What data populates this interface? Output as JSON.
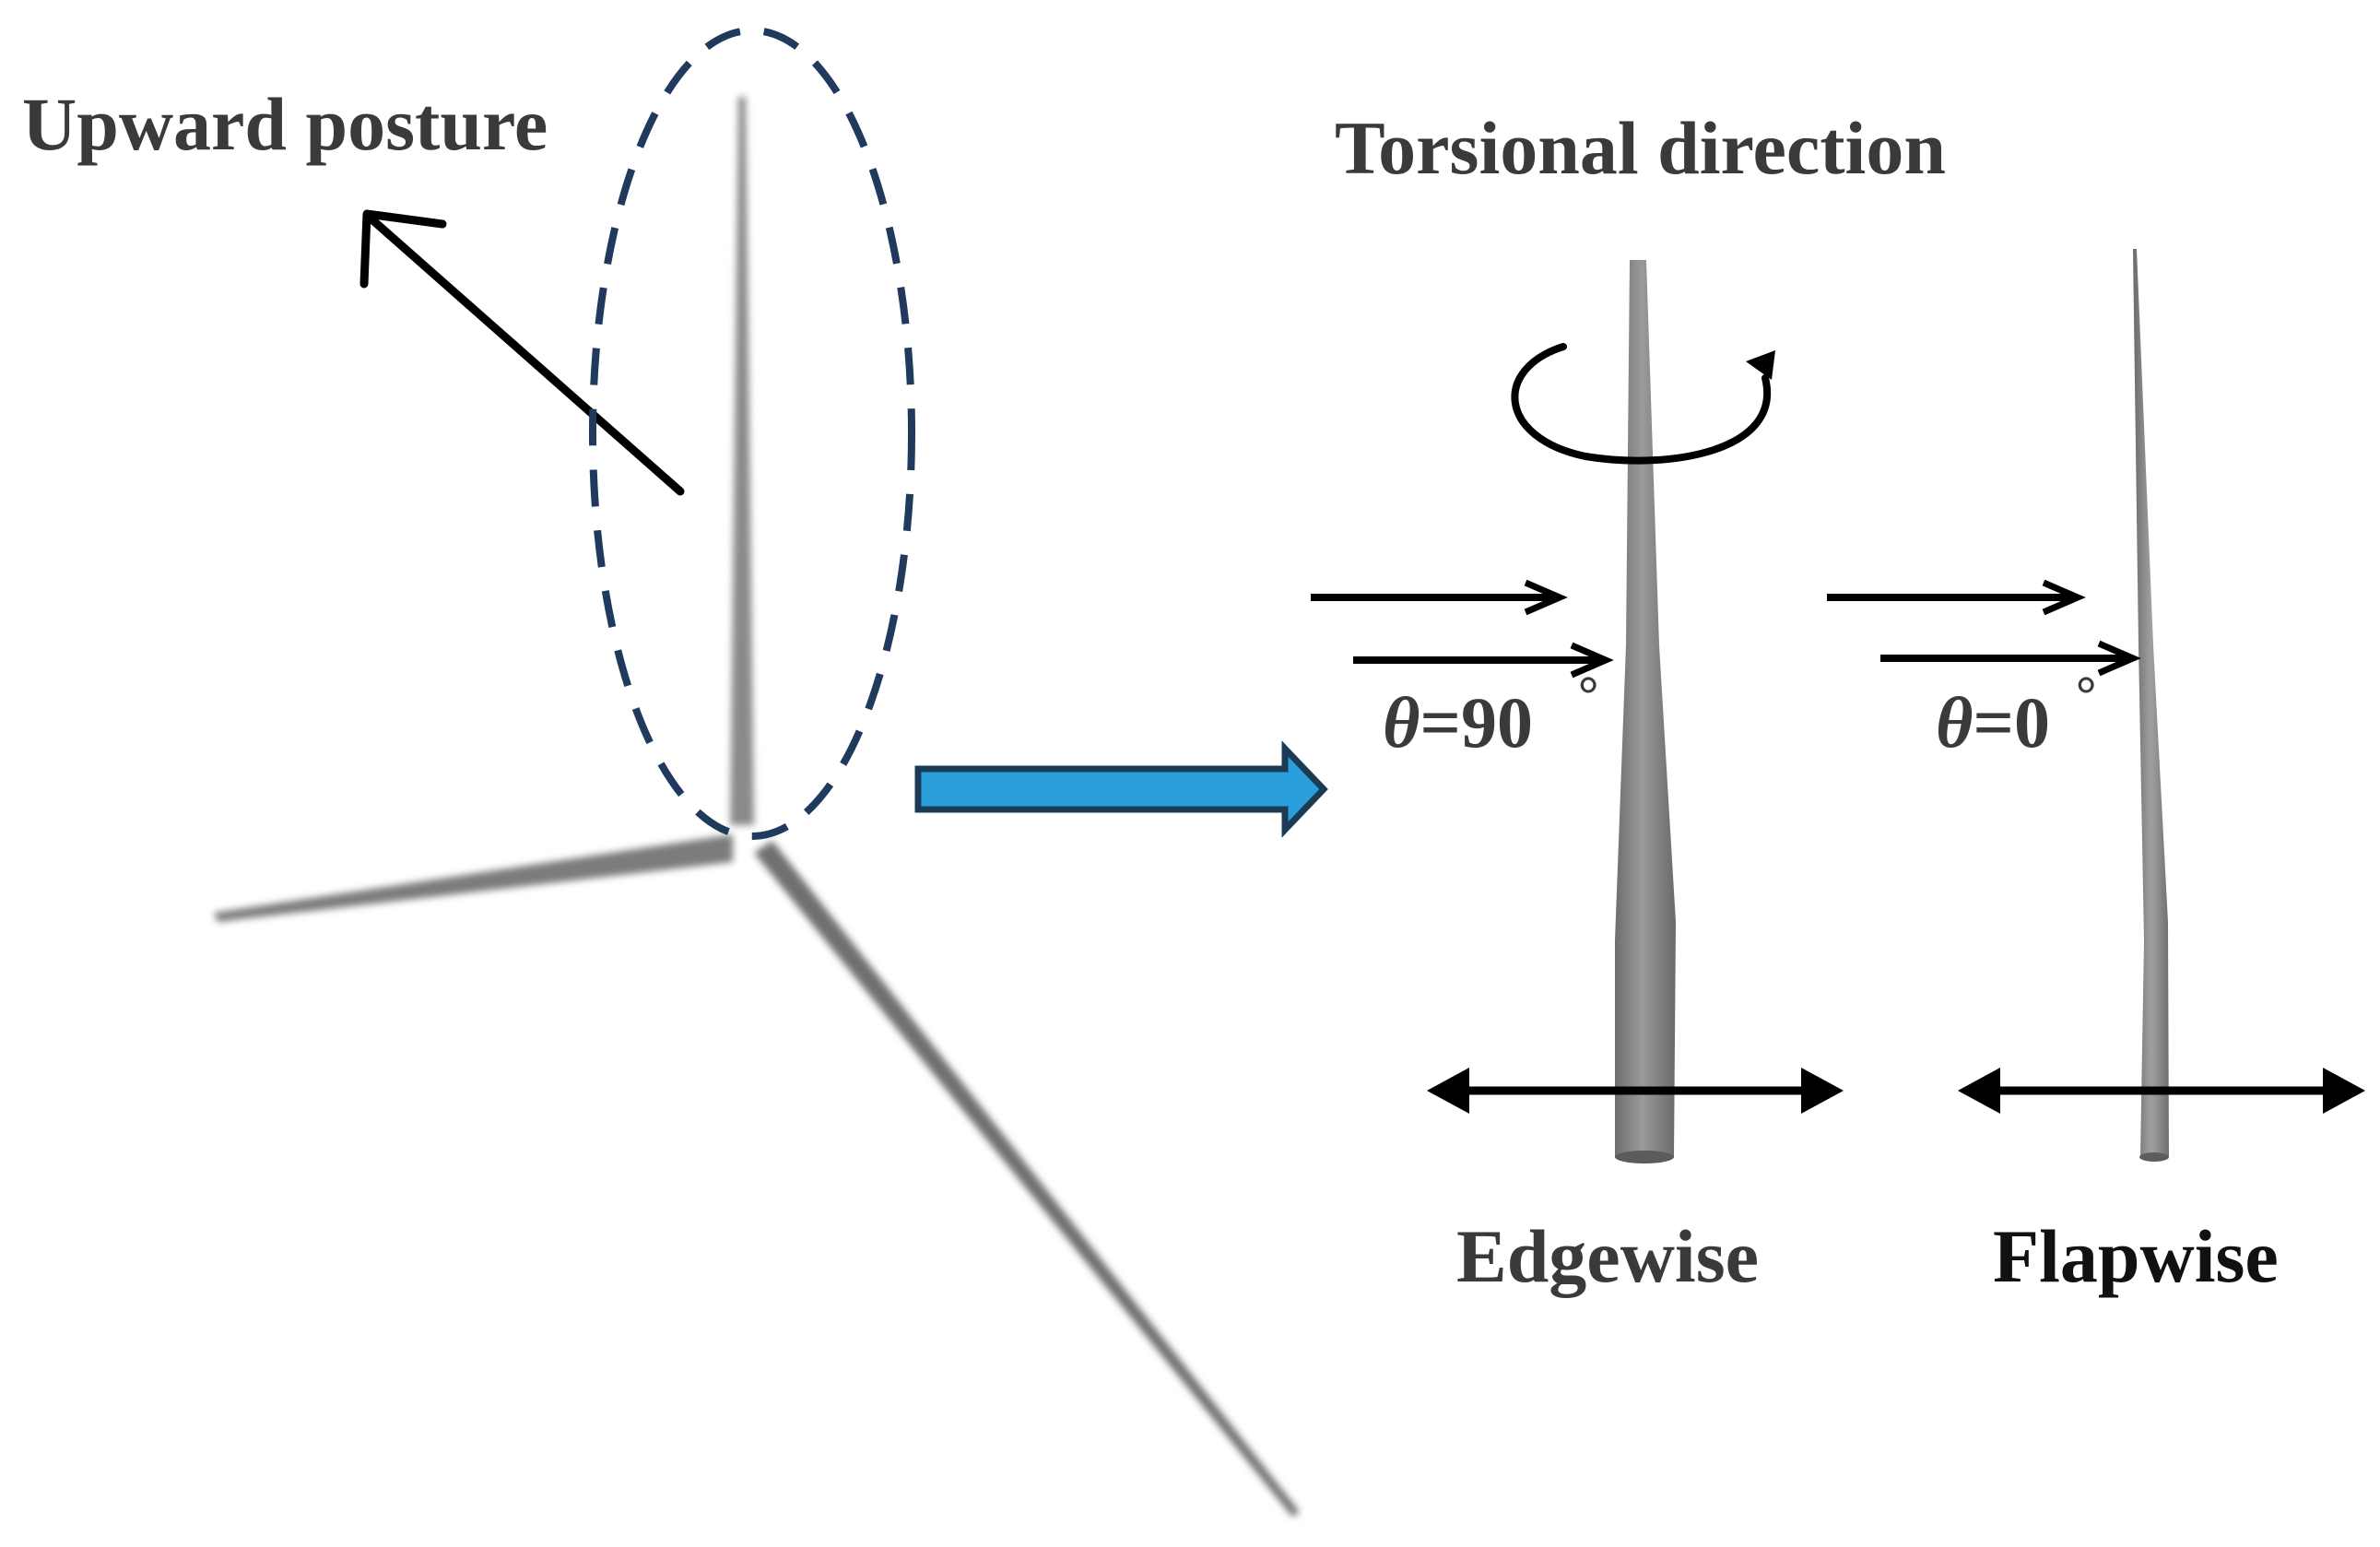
{
  "labels": {
    "upward_posture": "Upward posture",
    "torsional_direction": "Torsional direction",
    "edgewise": "Edgewise",
    "flapwise": "Flapwise"
  },
  "angles": {
    "edgewise": {
      "symbol": "θ",
      "value": "=90",
      "unit": "°"
    },
    "flapwise": {
      "symbol": "θ",
      "value": "=0",
      "unit": "°"
    }
  },
  "colors": {
    "blade": "#7a7a7a",
    "blade_light": "#a8a8a8",
    "ellipse": "#1f3a5c",
    "transfer_arrow_fill": "#2a9fdc",
    "transfer_arrow_stroke": "#1b3b55",
    "arrow": "#000000",
    "text": "#3a3a3a"
  }
}
